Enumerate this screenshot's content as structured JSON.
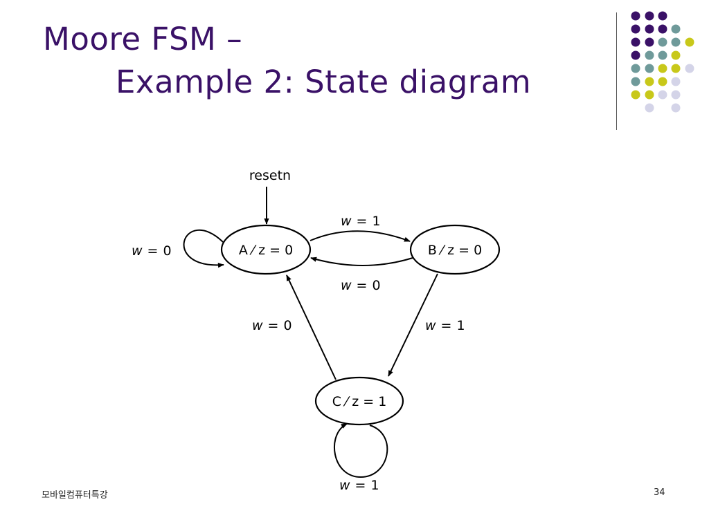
{
  "slide": {
    "title_line1": "Moore FSM –",
    "title_line2": "Example 2: State diagram",
    "footer_left": "모바일컴퓨터특강",
    "page_number": "34"
  },
  "colors": {
    "title": "#3a1167",
    "dot_purple": "#3a1167",
    "dot_teal": "#6f9a9a",
    "dot_yellow": "#c8c81a",
    "dot_lavender": "#d4d4e8"
  },
  "diagram": {
    "reset_label": "resetn",
    "states": [
      {
        "name": "A",
        "output": "z = 0"
      },
      {
        "name": "B",
        "output": "z = 0"
      },
      {
        "name": "C",
        "output": "z = 1"
      }
    ],
    "transitions": [
      {
        "from": "A",
        "to": "A",
        "var": "w",
        "eq": "=",
        "val": "0"
      },
      {
        "from": "A",
        "to": "B",
        "var": "w",
        "eq": "=",
        "val": "1"
      },
      {
        "from": "B",
        "to": "A",
        "var": "w",
        "eq": "=",
        "val": "0"
      },
      {
        "from": "B",
        "to": "C",
        "var": "w",
        "eq": "=",
        "val": "1"
      },
      {
        "from": "C",
        "to": "A",
        "var": "w",
        "eq": "=",
        "val": "0"
      },
      {
        "from": "C",
        "to": "C",
        "var": "w",
        "eq": "=",
        "val": "1"
      }
    ]
  }
}
